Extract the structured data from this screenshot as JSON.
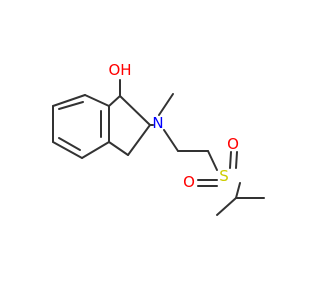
{
  "molecule": {
    "atoms": {
      "hydroxyl": {
        "text": "OH",
        "color": "#ff0000"
      },
      "amine": {
        "text": "N",
        "color": "#0000ff"
      },
      "sulfur": {
        "text": "S",
        "color": "#cccc00"
      },
      "oxygen_left": {
        "text": "O",
        "color": "#ff0000"
      },
      "oxygen_right": {
        "text": "O",
        "color": "#ff0000"
      }
    },
    "bond_color": "#333333"
  }
}
